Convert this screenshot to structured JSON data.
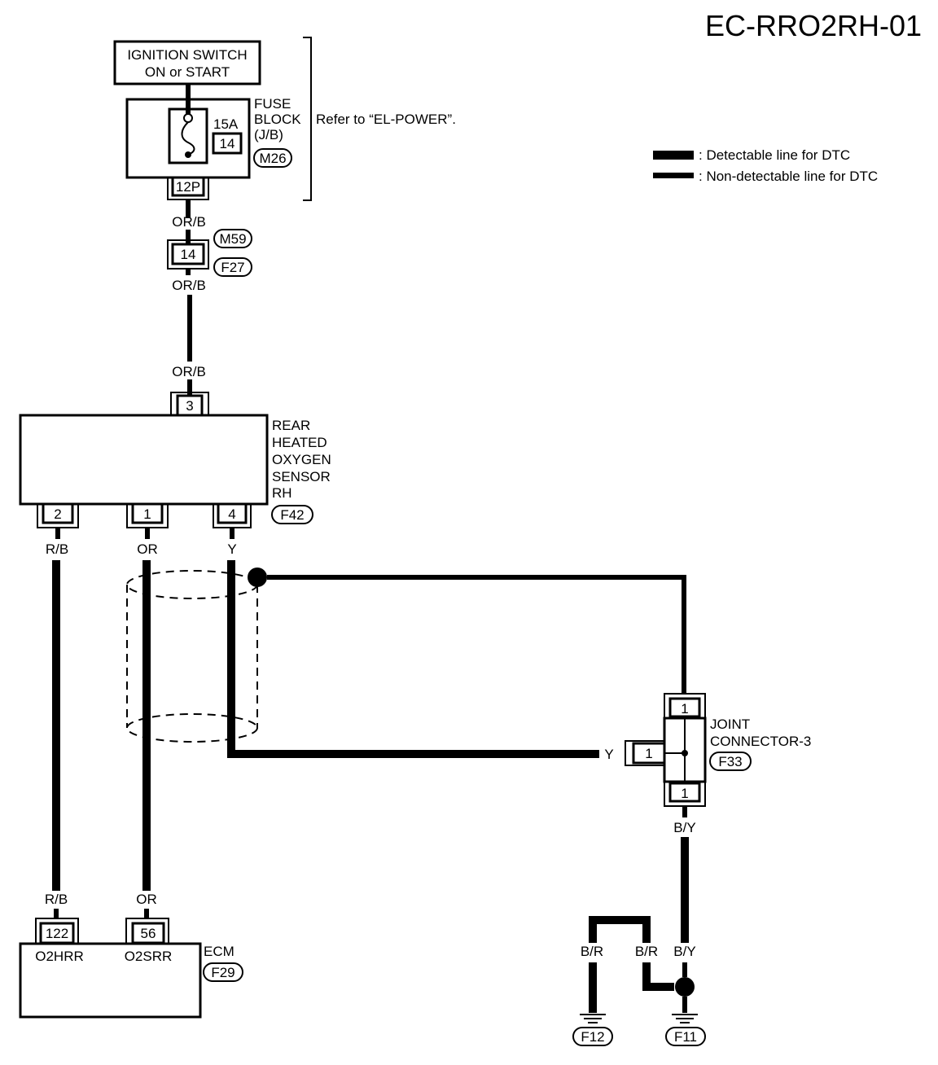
{
  "diagram_code": "EC-RRO2RH-01",
  "legend": {
    "detectable": ": Detectable line for DTC",
    "non_detectable": ": Non-detectable line for DTC"
  },
  "ignition": {
    "line1": "IGNITION SWITCH",
    "line2": "ON or START"
  },
  "fuse_block": {
    "label_line1": "FUSE",
    "label_line2": "BLOCK",
    "label_line3": "(J/B)",
    "connector": "M26",
    "fuse_rating": "15A",
    "fuse_number": "14",
    "terminal": "12P",
    "refer": "Refer to “EL-POWER”."
  },
  "harness_connector": {
    "terminal": "14",
    "upper_conn": "M59",
    "lower_conn": "F27"
  },
  "wires": {
    "orb": "OR/B",
    "rb": "R/B",
    "or": "OR",
    "y": "Y",
    "by": "B/Y",
    "br": "B/R"
  },
  "sensor": {
    "line1": "REAR",
    "line2": "HEATED",
    "line3": "OXYGEN",
    "line4": "SENSOR",
    "line5": "RH",
    "connector": "F42",
    "pin_top": "3",
    "pin_left": "2",
    "pin_mid": "1",
    "pin_right": "4"
  },
  "joint_connector": {
    "line1": "JOINT",
    "line2": "CONNECTOR-3",
    "connector": "F33",
    "pin_top": "1",
    "pin_side": "1",
    "pin_bottom": "1"
  },
  "ecm": {
    "label": "ECM",
    "connector": "F29",
    "pin_left": "122",
    "pin_right": "56",
    "term_left": "O2HRR",
    "term_right": "O2SRR"
  },
  "grounds": {
    "left": "F12",
    "right": "F11"
  }
}
